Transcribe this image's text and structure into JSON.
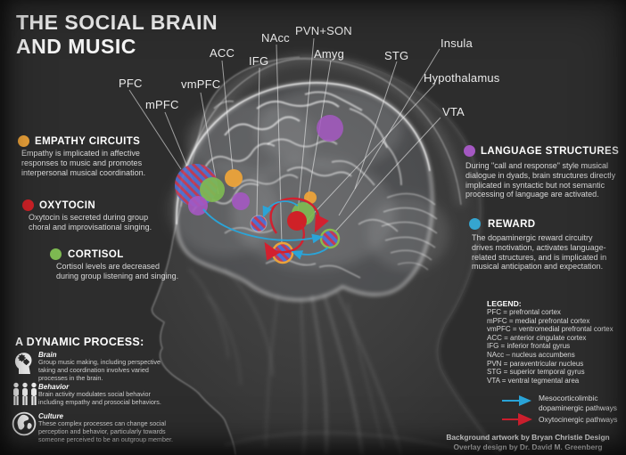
{
  "title": {
    "line1": "THE SOCIAL BRAIN",
    "line2": "AND MUSIC"
  },
  "brain_labels": [
    "PFC",
    "mPFC",
    "vmPFC",
    "ACC",
    "IFG",
    "NAcc",
    "PVN+SON",
    "Amyg",
    "STG",
    "Insula",
    "Hypothalamus",
    "VTA"
  ],
  "sections": {
    "empathy": {
      "heading": "EMPATHY CIRCUITS",
      "body": "Empathy is implicated in affective responses to music and promotes interpersonal musical coordination."
    },
    "oxytocin": {
      "heading": "OXYTOCIN",
      "body": "Oxytocin is secreted during group choral and improvisational singing."
    },
    "cortisol": {
      "heading": "CORTISOL",
      "body": "Cortisol levels are decreased during group listening and singing."
    },
    "language": {
      "heading": "LANGUAGE STRUCTURES",
      "body": "During \"call and response\" style musical dialogue in dyads, brain structures directly implicated in syntactic but not semantic processing of language are activated."
    },
    "reward": {
      "heading": "REWARD",
      "body": "The dopaminergic reward circuitry drives motivation, activates language-related structures, and is implicated in musical anticipation and expectation."
    }
  },
  "dynamic_process": {
    "heading": "A DYNAMIC PROCESS:",
    "items": [
      {
        "label": "Brain",
        "icon": "brain-gears-icon",
        "body": "Group music making, including perspective taking and coordination involves varied processes in the brain."
      },
      {
        "label": "Behavior",
        "icon": "people-icon",
        "body": "Brain activity modulates social behavior including empathy and prosocial behaviors."
      },
      {
        "label": "Culture",
        "icon": "globe-icon",
        "body": "These complex processes can change social perception and behavior, particularly towards someone perceived to be an outgroup member."
      }
    ]
  },
  "legend": {
    "heading": "LEGEND:",
    "entries": [
      "PFC = prefrontal cortex",
      "mPFC = medial prefrontal cortex",
      "vmPFC = ventromedial prefrontal cortex",
      "ACC = anterior cingulate cortex",
      "IFG = inferior frontal gyrus",
      "NAcc – nucleus accumbens",
      "PVN = paraventricular nucleus",
      "STG = superior temporal gyrus",
      "VTA = ventral tegmental area"
    ]
  },
  "pathways": {
    "dopaminergic": "Mesocorticolimbic dopaminergic pathways",
    "oxytocinergic": "Oxytocinergic pathways"
  },
  "credits": {
    "line1": "Background artwork by Bryan Christie Design",
    "line2": "Overlay design by Dr. David M. Greenberg"
  },
  "colors": {
    "background": "#2d2d2d",
    "empathy_orange": "#eca33a",
    "oxytocin_red": "#cf2127",
    "cortisol_green": "#7eba52",
    "language_purple": "#a458c2",
    "reward_blue": "#35a5d0",
    "dopamine_arrow_blue": "#2aa4d8",
    "oxytocin_arrow_red": "#d2202f"
  }
}
